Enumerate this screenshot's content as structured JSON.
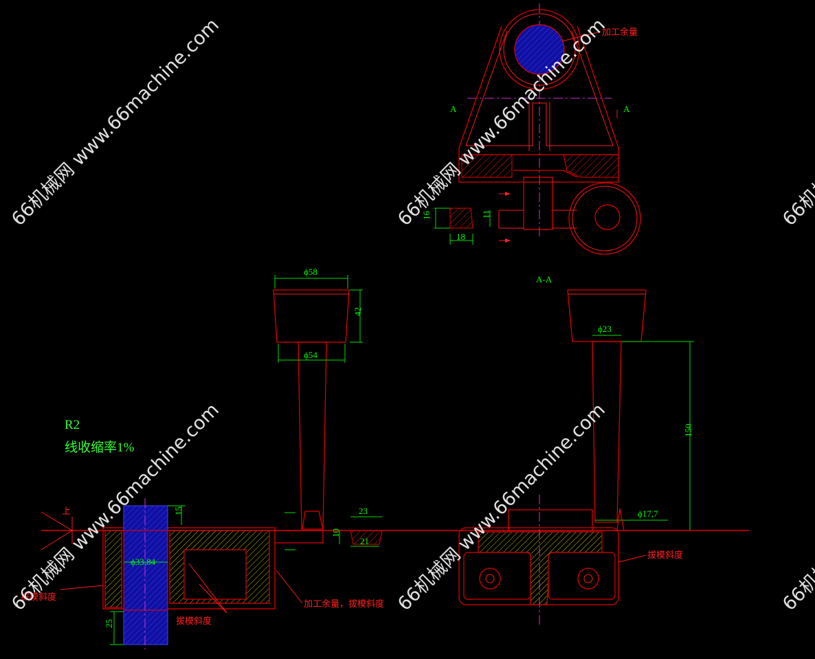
{
  "drawing": {
    "section_marks": {
      "left": "A",
      "right": "A",
      "section_title": "A-A"
    },
    "top_view": {
      "allowance_note": "加工余量",
      "dims": {
        "h16": "16",
        "h11": "11",
        "w18": "18"
      }
    },
    "riser": {
      "dia_top": "ϕ58",
      "height": "42",
      "dia_bottom": "ϕ54"
    },
    "riser_right": {
      "dia_top": "ϕ23",
      "height": "150",
      "dia_neck": "ϕ17,7"
    },
    "notes": {
      "radius": "R2",
      "shrinkage": "线收缩率1%"
    },
    "main_view": {
      "up_mark": "上",
      "dim_15": "15",
      "dim_bore": "ϕ33,84",
      "dim_25": "25",
      "dim_23": "23",
      "dim_21": "21",
      "dim_10": "10",
      "label_draft_left": "拔模斜度",
      "label_draft_mid": "拔模斜度",
      "label_allowance_draft": "加工余量，拔模斜度",
      "label_draft_right": "拔模斜度"
    },
    "watermark": {
      "text": "66机械网 www.66machine.com"
    }
  }
}
